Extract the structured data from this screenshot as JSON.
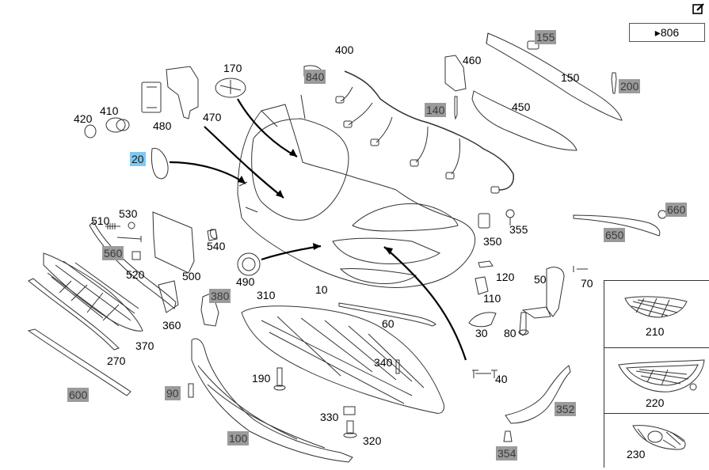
{
  "toolbar": {
    "edit_icon": "edit-pencil-icon"
  },
  "ref": {
    "arrow": "▸",
    "label": "806"
  },
  "labels": {
    "p10": "10",
    "p20": "20",
    "p30": "30",
    "p40": "40",
    "p50": "50",
    "p60": "60",
    "p70": "70",
    "p80": "80",
    "p90": "90",
    "p100": "100",
    "p110": "110",
    "p120": "120",
    "p140": "140",
    "p150": "150",
    "p155": "155",
    "p170": "170",
    "p190": "190",
    "p200": "200",
    "p270": "270",
    "p310": "310",
    "p320": "320",
    "p330": "330",
    "p340": "340",
    "p350": "350",
    "p352": "352",
    "p354": "354",
    "p355": "355",
    "p360": "360",
    "p370": "370",
    "p380": "380",
    "p400": "400",
    "p410": "410",
    "p420": "420",
    "p450": "450",
    "p460": "460",
    "p470": "470",
    "p480": "480",
    "p490": "490",
    "p500": "500",
    "p510": "510",
    "p520": "520",
    "p530": "530",
    "p540": "540",
    "p560": "560",
    "p600": "600",
    "p650": "650",
    "p660": "660",
    "p840": "840"
  },
  "inset": {
    "c210": "210",
    "c220": "220",
    "c230": "230"
  },
  "colors": {
    "highlight": "#9b9b9b",
    "selected": "#7fc9f0",
    "line": "#333333"
  }
}
